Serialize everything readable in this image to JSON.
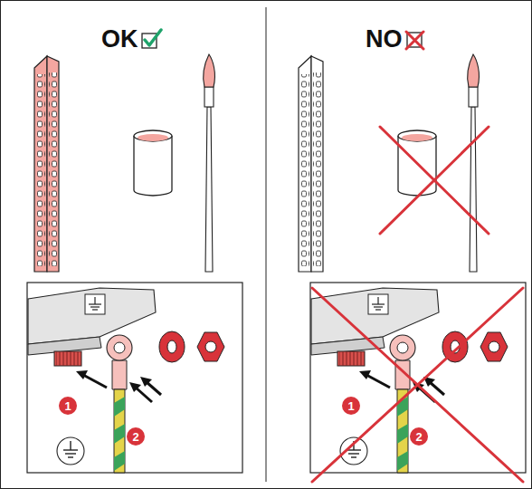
{
  "diagram": {
    "labels": [
      "OK",
      "NO",
      "1",
      "2",
      "1",
      "2"
    ]
  }
}
